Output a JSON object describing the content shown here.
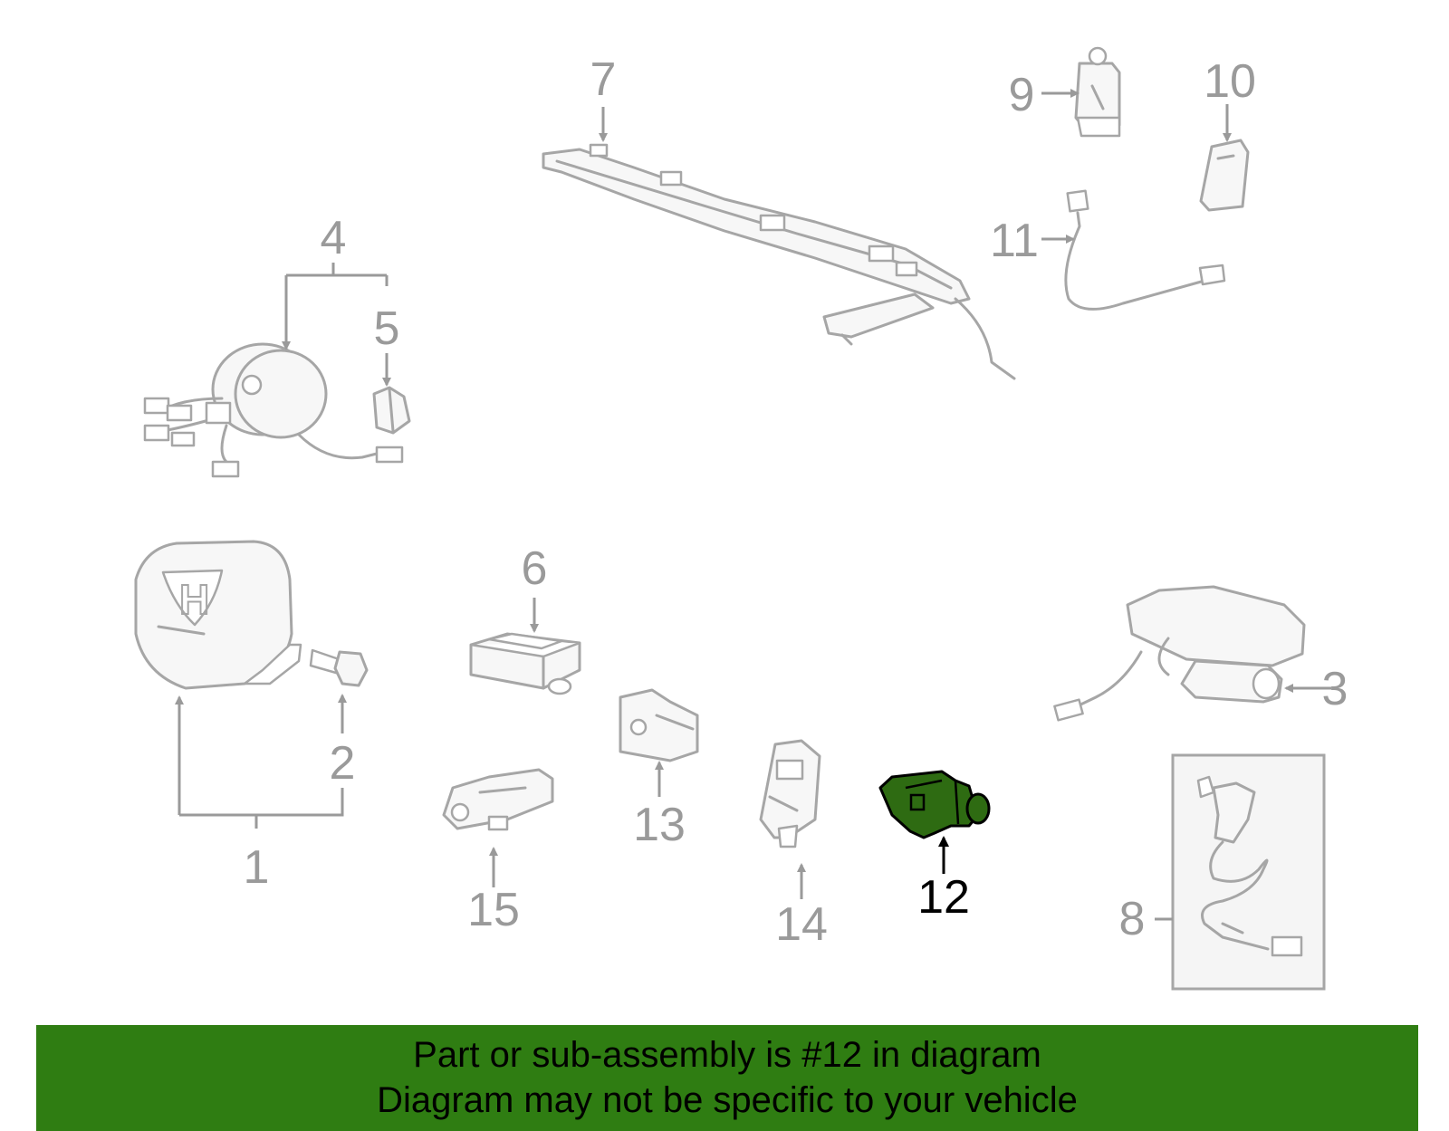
{
  "diagram": {
    "highlighted_callout": "12",
    "highlight_color": "#2f7d12",
    "callouts": {
      "c1": "1",
      "c2": "2",
      "c3": "3",
      "c4": "4",
      "c5": "5",
      "c6": "6",
      "c7": "7",
      "c8": "8",
      "c9": "9",
      "c10": "10",
      "c11": "11",
      "c12": "12",
      "c13": "13",
      "c14": "14",
      "c15": "15"
    },
    "logo_text": "H"
  },
  "banner": {
    "line1": "Part or sub-assembly is #12 in diagram",
    "line2": "Diagram may not be specific to your vehicle"
  }
}
